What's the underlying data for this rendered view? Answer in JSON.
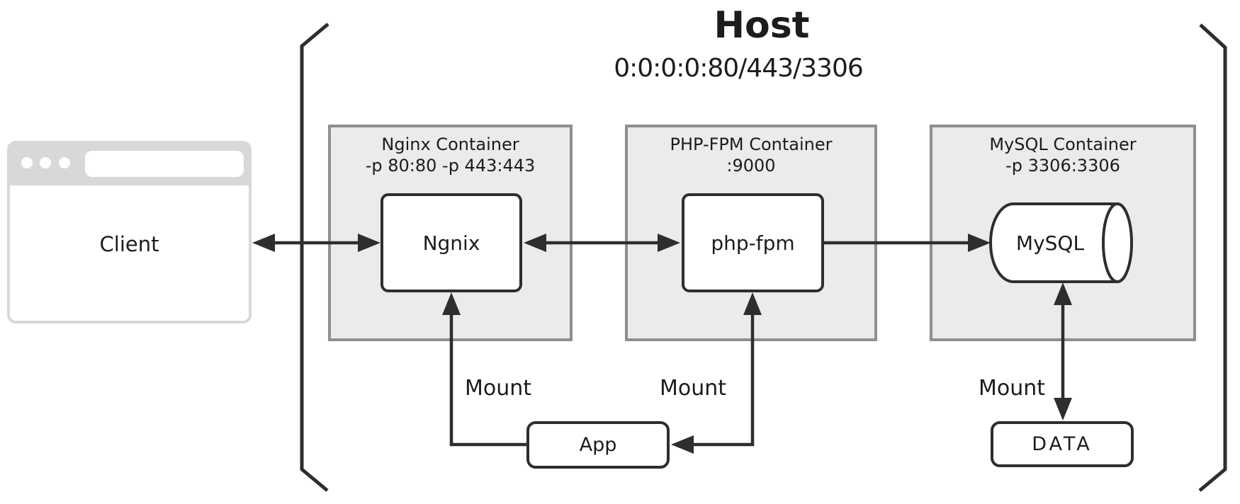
{
  "host": {
    "title": "Host",
    "address": "0:0:0:0:80/443/3306"
  },
  "client": {
    "label": "Client"
  },
  "containers": [
    {
      "title": "Nginx Container",
      "ports": "-p 80:80 -p 443:443",
      "node": "Ngnix"
    },
    {
      "title": "PHP-FPM Container",
      "ports": ":9000",
      "node": "php-fpm"
    },
    {
      "title": "MySQL Container",
      "ports": "-p 3306:3306",
      "node": "MySQL"
    }
  ],
  "volumes": {
    "app": "App",
    "data": "DATA"
  },
  "mounts": {
    "nginx": "Mount",
    "php": "Mount",
    "mysql": "Mount"
  },
  "colors": {
    "line": "#2e2e2e",
    "container_fill": "#ebebeb",
    "container_border": "#8f8f8f",
    "browser_chrome": "#d8d8d8",
    "background": "#ffffff",
    "text": "#1c1c1c"
  }
}
